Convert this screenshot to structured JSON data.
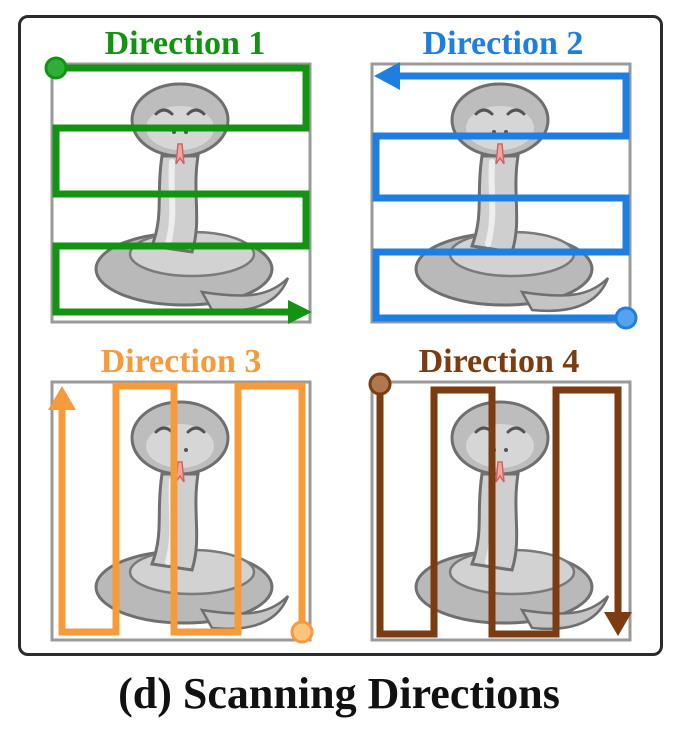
{
  "panels": [
    {
      "title": "Direction 1",
      "color": "#129412",
      "start_dot_color": "#2fae3a"
    },
    {
      "title": "Direction 2",
      "color": "#1f7fe0",
      "start_dot_color": "#55a3ef"
    },
    {
      "title": "Direction 3",
      "color": "#f79a3a",
      "start_dot_color": "#f9c47c"
    },
    {
      "title": "Direction 4",
      "color": "#7a3c10",
      "start_dot_color": "#b07850"
    }
  ],
  "caption": "(d) Scanning Directions",
  "icons": [
    "snake-illustration",
    "scan-path-arrow",
    "start-dot"
  ]
}
